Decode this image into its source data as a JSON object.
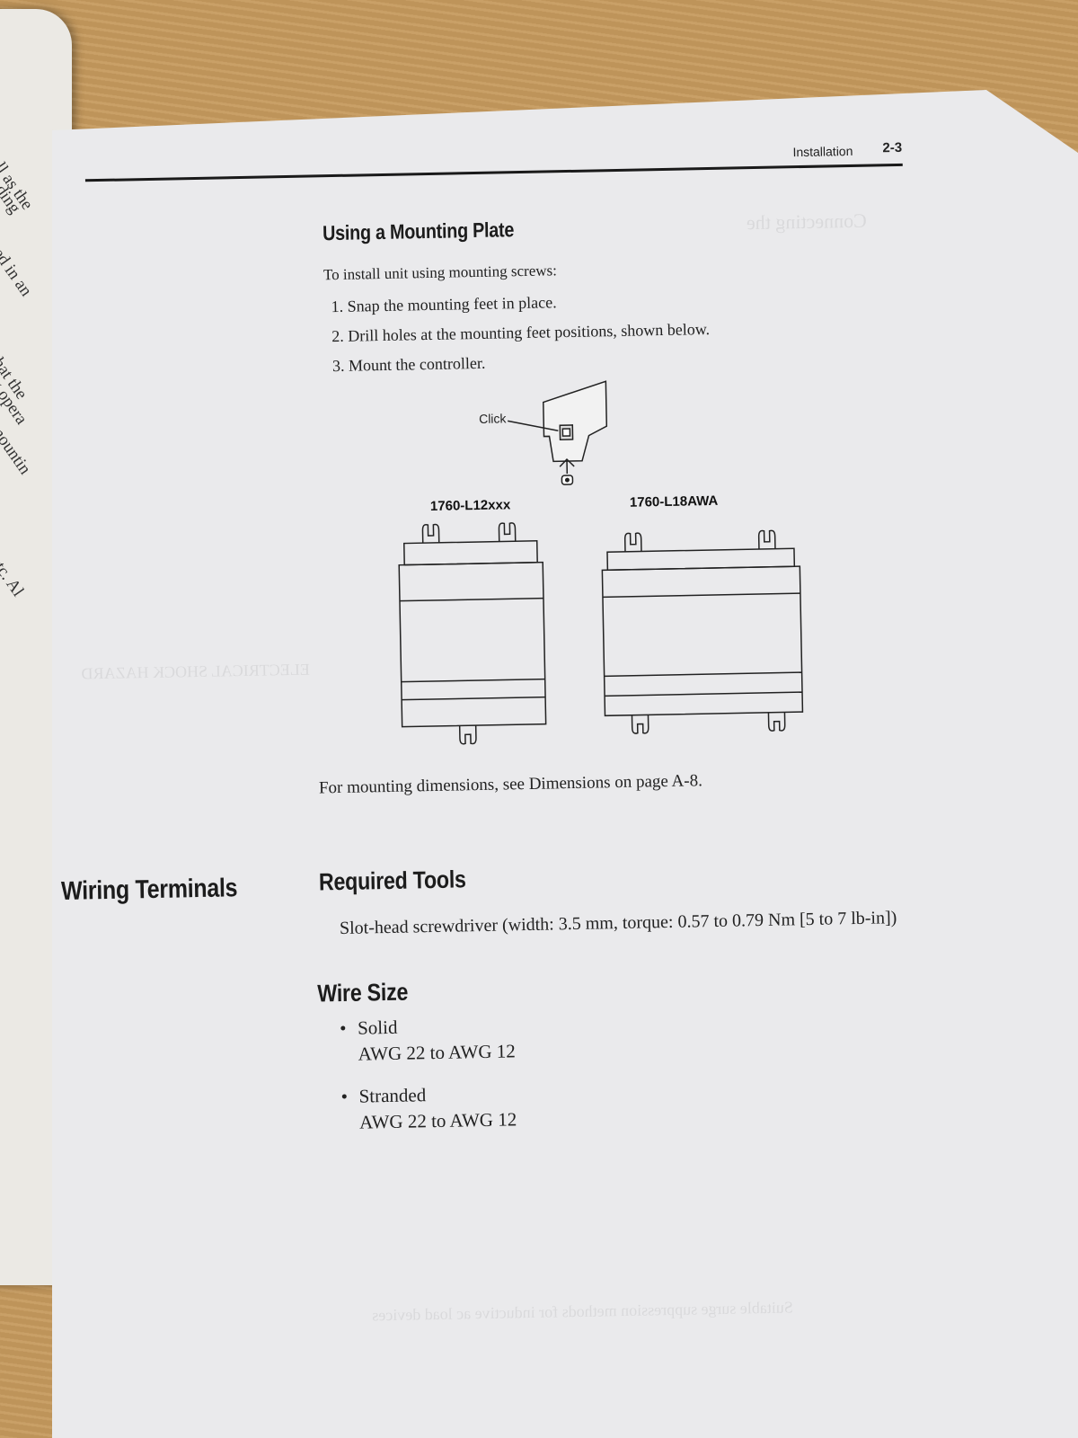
{
  "left_page_fragments": [
    "ell as the",
    "nding",
    "ted in an",
    "that the",
    "g opera",
    "mountin",
    "etc. Al"
  ],
  "header": {
    "section": "Installation",
    "page_number": "2-3"
  },
  "mounting_plate": {
    "heading": "Using a Mounting Plate",
    "intro": "To install unit using mounting screws:",
    "steps": [
      "1. Snap the mounting feet in place.",
      "2. Drill holes at the mounting feet positions, shown below.",
      "3. Mount the controller."
    ],
    "diagram": {
      "click_label": "Click",
      "left_model": "1760-L12xxx",
      "right_model": "1760-L18AWA"
    },
    "dimensions_note": "For mounting dimensions, see Dimensions on page A-8."
  },
  "wiring": {
    "section_heading": "Wiring Terminals",
    "required_tools_heading": "Required Tools",
    "tool": "Slot-head screwdriver (width: 3.5 mm, torque: 0.57 to 0.79 Nm [5 to 7 lb-in])",
    "wire_size_heading": "Wire Size",
    "wire_types": [
      {
        "name": "Solid",
        "range": "AWG 22 to AWG 12"
      },
      {
        "name": "Stranded",
        "range": "AWG 22 to AWG 12"
      }
    ]
  }
}
